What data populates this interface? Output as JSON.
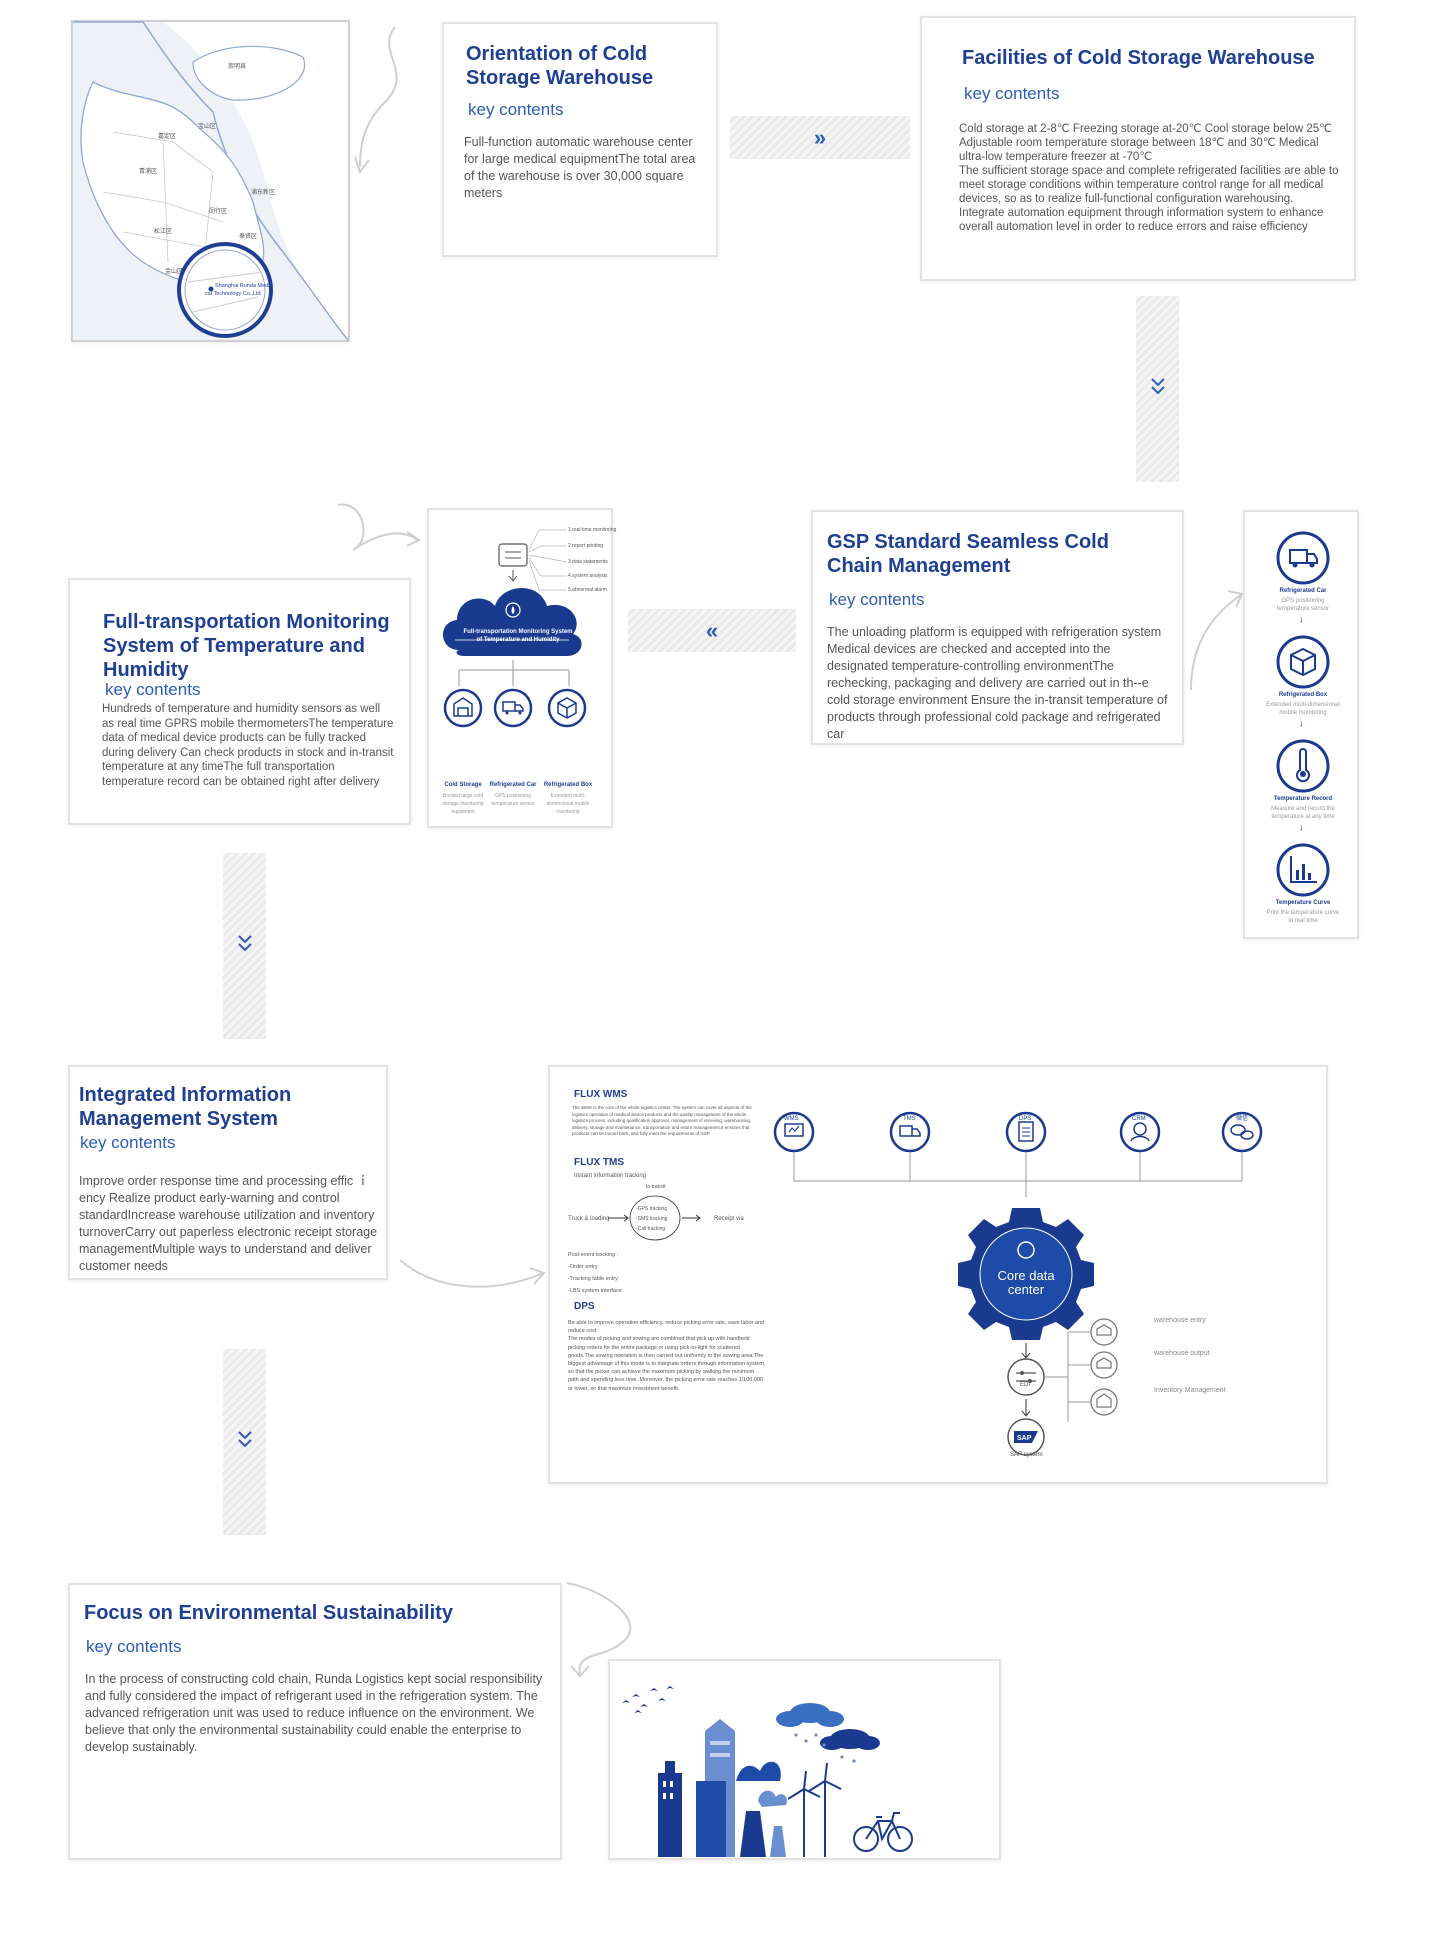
{
  "colors": {
    "title": "#1f3f94",
    "accent": "#2b5cb8",
    "navy": "#1a3a8f",
    "bar": "#ebebeb"
  },
  "arrows": {
    "right": "»",
    "left": "«",
    "down": "⌄⌄"
  },
  "map": {
    "districts": [
      "崇明县",
      "宝山区",
      "嘉定区",
      "青浦区",
      "浦东新区",
      "闵行区",
      "松江区",
      "奉贤区",
      "金山区"
    ],
    "pin_label": "Shanghai Runda Medical Technology Co.,Ltd."
  },
  "orientation": {
    "title": "Orientation of Cold Storage Warehouse",
    "key": "key contents",
    "body": "Full-function automatic warehouse center for large medical equipmentThe total area of the warehouse is over 30,000 square meters"
  },
  "facilities": {
    "title": "Facilities of Cold Storage Warehouse",
    "key": "key contents",
    "body": "Cold storage at 2-8℃   Freezing storage at-20℃   Cool storage below 25℃  Adjustable room temperature storage between 18℃ and 30℃ Medical ultra-low temperature freezer at -70℃\nThe sufficient storage space and complete refrigerated facilities are able to meet storage conditions within temperature control range for all medical devices, so as to realize full-functional configuration warehousing. Integrate automation equipment through information system to enhance overall automation level in order to reduce errors and raise efficiency"
  },
  "gsp": {
    "title": "GSP Standard Seamless Cold Chain Management",
    "key": "key contents",
    "body": "The unloading platform is equipped with refrigeration system Medical devices are checked and accepted into the designated temperature-controlling environmentThe rechecking, packaging and delivery are carried out in th--e cold storage environment Ensure the in-transit temperature of products through professional cold package and refrigerated car"
  },
  "gsp_flow": {
    "items": [
      {
        "label": "Refrigerated Car",
        "desc": "GPS positioning temperature sensor"
      },
      {
        "label": "Refrigerated Box",
        "desc": "Extended multi-dimensional mobile monitoring"
      },
      {
        "label": "Temperature Record",
        "desc": "Measure and record the temperature at any time"
      },
      {
        "label": "Temperature Curve",
        "desc": "Print the temperature curve in real time"
      }
    ]
  },
  "monitoring": {
    "title": "Full-transportation Monitoring System of Temperature and Humidity",
    "key": "key contents",
    "body": "Hundreds of temperature and humidity sensors as well as real time GPRS mobile thermometersThe temperature data of medical device products can be fully tracked during delivery Can check products in stock and in-transit temperature at any timeThe full transportation temperature record can be obtained right after delivery"
  },
  "monitor_diag": {
    "cloud": "Full-transportation Monitoring System of Temperature and Humidity",
    "list": [
      "1.real-time monitoring",
      "2.report printing",
      "3.data statements",
      "4.system analysis",
      "5.abnormal alarm"
    ],
    "items": [
      {
        "label": "Cold Storage",
        "desc": "Bonded large cold storage monitoring equipment"
      },
      {
        "label": "Refrigerated Car",
        "desc": "GPS positioning temperature sensor"
      },
      {
        "label": "Refrigerated Box",
        "desc": "Extended multi-dimensional mobile monitoring"
      }
    ]
  },
  "integrated": {
    "title": "Integrated Information Management System",
    "key": "key contents",
    "body": "Improve order response time and processing effic ｉency Realize product early-warning and control standardIncrease warehouse utilization and inventory turnoverCarry out paperless electronic receipt storage managementMultiple ways to understand and deliver customer needs"
  },
  "wms_diag": {
    "wms_title": "FLUX WMS",
    "wms_text": "The WMS is the core of the whole logistics center. The system can cover all aspects of the logistics operation of medical device products and the quality management of the whole logistics process, including qualification approval, management of receiving, warehousing, delivery, storage and maintenance, transportation and return management.It ensures that products can be traced back, and fully meet the requirements of GSP.",
    "tms_title": "FLUX TMS",
    "tms_sub": "Instant information tracking",
    "in_transit": "In-transit",
    "truck": "Truck & loading",
    "tracking": [
      "-GPS tracking",
      "-SMS tracking",
      "-Call tracking"
    ],
    "receipt": "Receipt via",
    "post": [
      "Post-event tracking :",
      "-Order entry",
      "-Tracking table entry",
      "-LBS system interface"
    ],
    "dps_title": "DPS",
    "dps_text": "Be able to improve operation efficiency, reduce picking error rate, save labor and reduce cost\nThe modes of picking and sowing are combined that pick up with handheld picking orders for the entire package or using pick-to-light for scattered goods.The sowing operation is then carried out uniformly in the sowing area.The biggest advantage of this mode is to integrate orders through information system, so that the picker can achieve the maximum picking by walking the minimum path and spending less time. Moreover, the picking error rate reaches 1/100,000 or lower, so that maximize investment benefit.",
    "nodes": [
      "WMS",
      "TMS",
      "DPS",
      "CRM",
      "微信"
    ],
    "core": "Core data center",
    "edi": "EDI",
    "sap": "SAP system",
    "branches": [
      "warehouse entry",
      "warehouse output",
      "Inventory Management"
    ]
  },
  "env": {
    "title": "Focus on Environmental Sustainability",
    "key": "key contents",
    "body": "In the process of constructing cold chain, Runda Logistics kept social responsibility and fully considered the impact of refrigerant used in the refrigeration system. The advanced refrigeration unit was used to reduce influence on the environment. We believe that only the environmental sustainability could enable the enterprise to develop sustainably."
  }
}
